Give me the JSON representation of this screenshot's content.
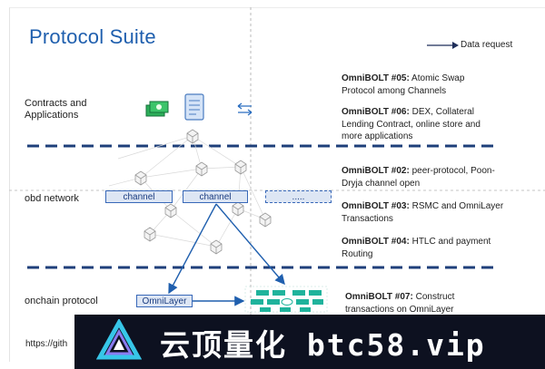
{
  "title": "Protocol Suite",
  "legend": {
    "label": "Data request"
  },
  "layers": {
    "contracts": "Contracts and\nApplications",
    "obd": "obd network",
    "onchain": "onchain protocol"
  },
  "descriptions": {
    "d05": {
      "id": "OmniBOLT #05:",
      "text": " Atomic Swap\nProtocol among Channels"
    },
    "d06": {
      "id": "OmniBOLT #06:",
      "text": " DEX, Collateral\nLending Contract, online store and\nmore applications"
    },
    "d02": {
      "id": "OmniBOLT #02:",
      "text": " peer-protocol, Poon-\nDryja channel open"
    },
    "d03": {
      "id": "OmniBOLT #03:",
      "text": " RSMC and OmniLayer\nTransactions"
    },
    "d04": {
      "id": "OmniBOLT #04:",
      "text": " HTLC and payment\nRouting"
    },
    "d07": {
      "id": "OmniBOLT #07:",
      "text": " Construct\ntransactions on OmniLayer"
    }
  },
  "boxes": {
    "channel1": "channel",
    "channel2": "channel",
    "more": ".....",
    "omnilayer": "OmniLayer"
  },
  "footer_url": "https://gith",
  "watermark": "云顶量化 btc58.vip",
  "colors": {
    "accent_blue": "#1f5fae",
    "dash_navy": "#1e3f7a",
    "box_fill": "#dde6f4",
    "banner_bg": "#0d1120"
  }
}
